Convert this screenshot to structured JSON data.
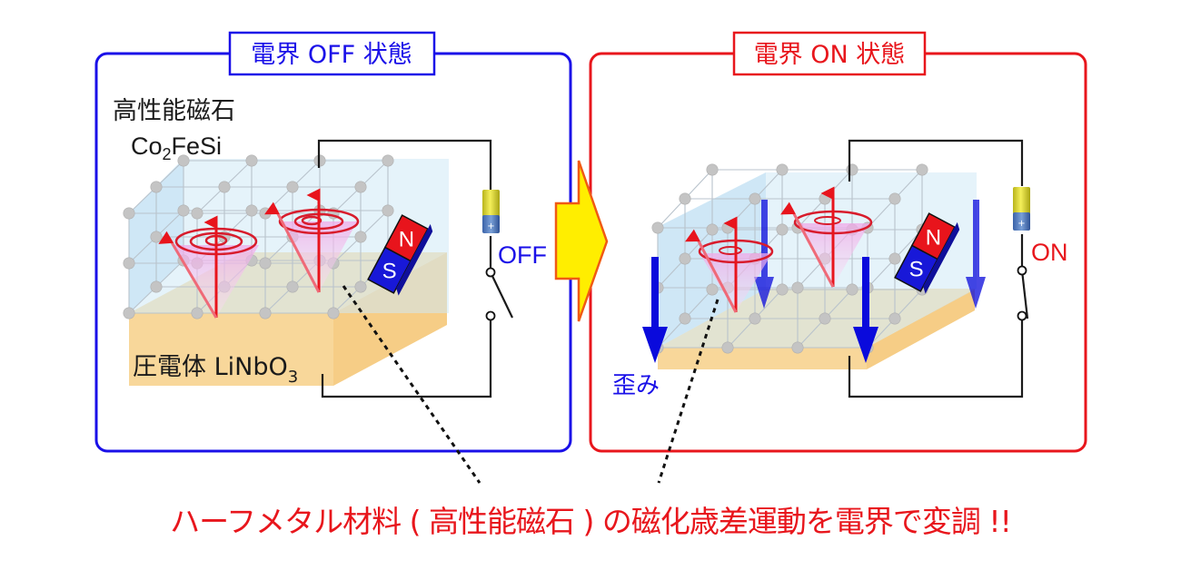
{
  "panels": {
    "off": {
      "title": "電界 OFF 状態",
      "color": "#1a10e8",
      "magnet_label": "高性能磁石",
      "magnet_formula": "Co",
      "magnet_formula_sub": "2",
      "magnet_formula_rest": "FeSi",
      "substrate_label": "圧電体 LiNbO",
      "substrate_sub": "3",
      "switch_state": "OFF"
    },
    "on": {
      "title": "電界 ON 状態",
      "color": "#e8161c",
      "strain_label": "歪み",
      "switch_state": "ON"
    }
  },
  "magnet": {
    "north": "N",
    "south": "S",
    "north_color": "#e8141c",
    "south_color": "#1818d8"
  },
  "battery": {
    "plus": "+"
  },
  "caption": "ハーフメタル材料 ( 高性能磁石 ) の磁化歳差運動を電界で変調 !!",
  "colors": {
    "arrow_yellow": "#ffee00",
    "arrow_border": "#f05a14",
    "precession": "#d81c2c",
    "strain_arrow": "#0a0adc",
    "crystal": "#cfe9f6",
    "substrate": "#f8d79a"
  }
}
